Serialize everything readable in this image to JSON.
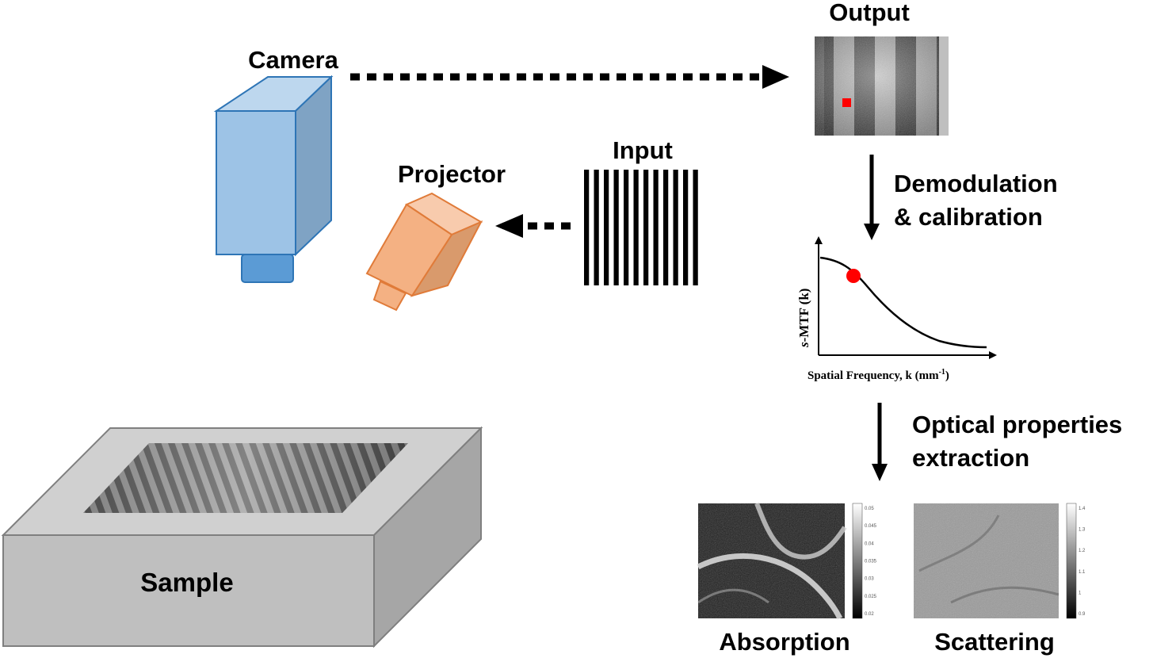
{
  "labels": {
    "camera": "Camera",
    "output": "Output",
    "input": "Input",
    "projector": "Projector",
    "demod_line1": "Demodulation",
    "demod_line2": "& calibration",
    "optical_line1": "Optical properties",
    "optical_line2": "extraction",
    "sample": "Sample",
    "absorption": "Absorption",
    "scattering": "Scattering"
  },
  "plot": {
    "ylabel_italic": "s",
    "ylabel_rest": "-MTF (k)",
    "xlabel_main": "Spatial Frequency, k (mm",
    "xlabel_sup": "-1",
    "xlabel_close": ")"
  },
  "colorbars": {
    "absorption_ticks": [
      "0.05",
      "0.045",
      "0.04",
      "0.035",
      "0.03",
      "0.025",
      "0.02"
    ],
    "scattering_ticks": [
      "1.4",
      "1.3",
      "1.2",
      "1.1",
      "1",
      "0.9"
    ]
  },
  "colors": {
    "camera_front": "#9dc3e6",
    "camera_top": "#bdd7ee",
    "camera_side": "#7fa3c4",
    "camera_lens": "#5b9bd5",
    "camera_stroke": "#2e75b6",
    "projector_front": "#f4b183",
    "projector_side": "#d99a6c",
    "projector_stroke": "#e07b39",
    "marker_red": "#ff0000",
    "sample_top": "#d0d0d0",
    "sample_front": "#bfbfbf",
    "sample_side": "#a6a6a6"
  }
}
